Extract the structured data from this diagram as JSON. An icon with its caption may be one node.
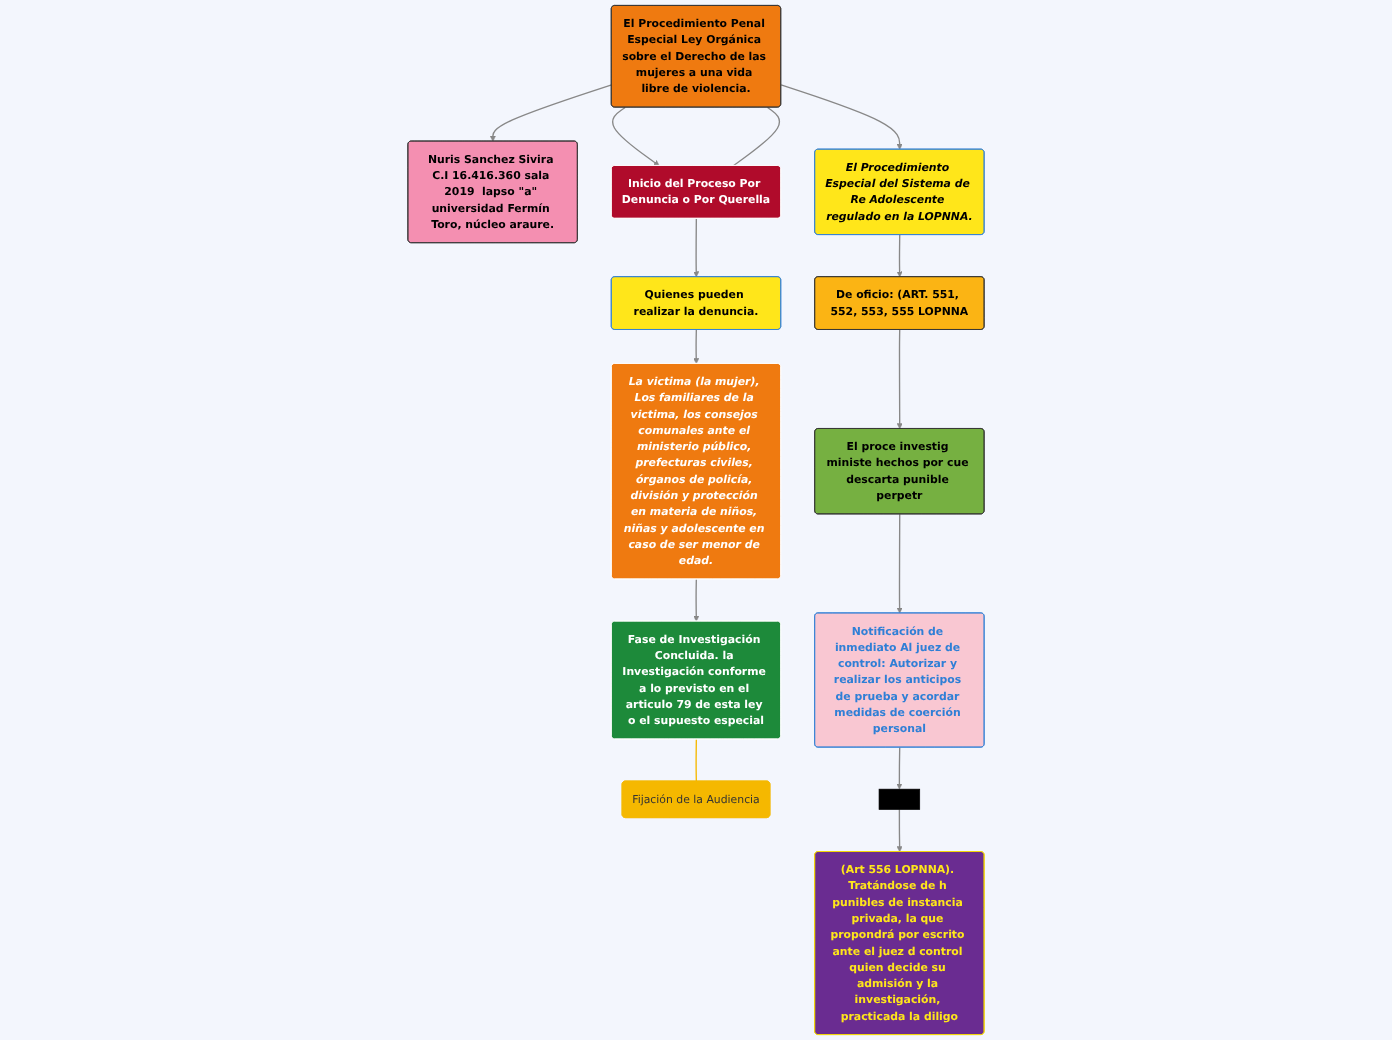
{
  "diagram": {
    "nodes": [
      {
        "text": [
          "Nuris Sanchez Sivira C.I 16.416.360 sala 2019  lapso \"a\" universidad Fermín Toro, núcleo araure."
        ]
      },
      {
        "text": [
          "El Procedimiento Penal Especial Ley Orgánica sobre el Derecho de las mujeres a una vida libre de violencia."
        ]
      },
      {
        "text": [
          "Inicio del Proceso Por Denuncia o Por Querella"
        ]
      },
      {
        "text": [
          "Quienes pueden realizar la denuncia."
        ]
      },
      {
        "text": [
          "La victima (la mujer), Los familiares de la victima, los consejos comunales ante el ministerio público, prefecturas civiles, órganos de policía, división y protección en materia de niños, niñas y adolescente en caso de ser menor de edad."
        ]
      },
      {
        "text": [
          "Fase de Investigación Concluida. la Investigación conforme a lo previsto en el articulo 79 de esta ley o el supuesto especial"
        ]
      },
      {
        "text": [
          "Fijación de la Audiencia"
        ]
      },
      {
        "text": [
          "El Procedimiento Especial del Sistema de Re Adolescente regulado en la LOPNNA."
        ]
      },
      {
        "text": [
          "De oficio: (ART. 551, 552, 553, 555 LOPNNA"
        ]
      },
      {
        "text": [
          "El proce investig ministe hechos por cue descarta punible perpetr"
        ]
      },
      {
        "text": [
          "Notificación de inmediato Al juez de control: Autorizar y realizar los anticipos de prueba y acordar medidas de coerción personal"
        ]
      },
      {
        "text": [],
        "shape": "box"
      },
      {
        "text": [
          "(Art 556 LOPNNA). Tratándose de h punibles de instancia privada, la que propondrá por escrito ante el juez d control quien decide su admisión y la investigación, practicada la diligo"
        ]
      }
    ],
    "edges": [
      {
        "from": 1,
        "to": 0,
        "arrow": "to"
      },
      {
        "from": 1,
        "to": 2,
        "arrow": "to"
      },
      {
        "from": 1,
        "to": 2,
        "arrow": "none"
      },
      {
        "from": 2,
        "to": 3,
        "arrow": "to"
      },
      {
        "from": 3,
        "to": 4,
        "arrow": "to"
      },
      {
        "from": 4,
        "to": 5,
        "arrow": "to"
      },
      {
        "from": 5,
        "to": 6,
        "arrow": "none",
        "color": "#f5b800"
      },
      {
        "from": 1,
        "to": 7,
        "arrow": "to"
      },
      {
        "from": 7,
        "to": 8,
        "arrow": "to"
      },
      {
        "from": 8,
        "to": 9,
        "arrow": "to"
      },
      {
        "from": 9,
        "to": 10,
        "arrow": "to"
      },
      {
        "from": 10,
        "to": 11,
        "arrow": "to"
      },
      {
        "from": 11,
        "to": 12,
        "arrow": "to"
      }
    ]
  }
}
